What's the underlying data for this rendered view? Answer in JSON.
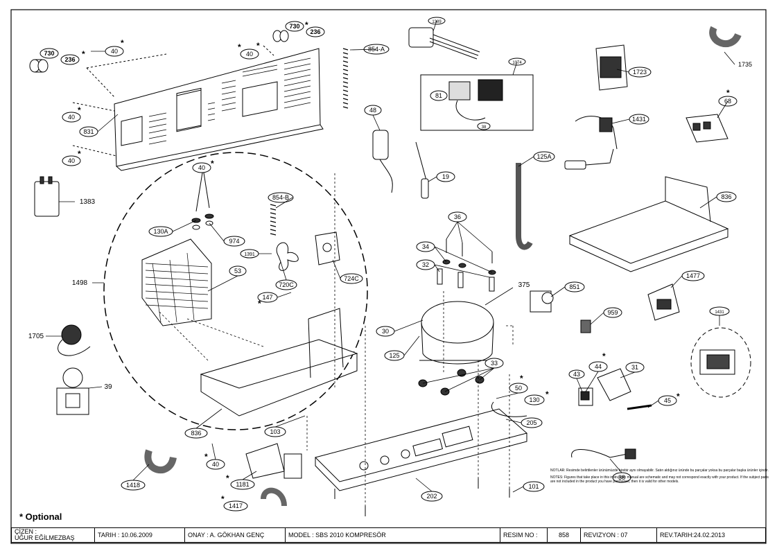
{
  "callouts": {
    "c730a": "730",
    "c236a": "236",
    "c40a": "40",
    "c730b": "730",
    "c236b": "236",
    "c40b": "40",
    "c854a": "854-A",
    "c1389": "1389",
    "c1074": "1074",
    "c81": "81",
    "c38s": "38",
    "c1723": "1723",
    "c1735": "1735",
    "c68": "68",
    "c1431a": "1431",
    "c40c": "40",
    "c831": "831",
    "c40d": "40",
    "c48": "48",
    "c19": "19",
    "c125a": "125A",
    "c836a": "836",
    "c1383": "1383",
    "c40e": "40",
    "c130a": "130A",
    "c974": "974",
    "c854b": "854-B",
    "c1391": "1391",
    "c53": "53",
    "c720c": "720C",
    "c724c": "724C",
    "c147": "147",
    "c1498": "1498",
    "c36": "36",
    "c34": "34",
    "c32": "32",
    "c375": "375",
    "c851": "851",
    "c1477": "1477",
    "c959": "959",
    "c1431b": "1431",
    "c30": "30",
    "c125": "125",
    "c33": "33",
    "c44": "44",
    "c43": "43",
    "c31": "31",
    "c50": "50",
    "c130": "130",
    "c45": "45",
    "c205": "205",
    "c1705": "1705",
    "c39": "39",
    "c836b": "836",
    "c103": "103",
    "c40f": "40",
    "c1181": "1181",
    "c1418": "1418",
    "c1417": "1417",
    "c202": "202",
    "c101": "101",
    "c38": "38"
  },
  "optional_label": "* Optional",
  "asterisk": "*",
  "notes": {
    "tr": "NOTLAR: Resimde belirtilenler ürünümüzde birebir aynı olmayabilir. Satın aldığınız üründe bu parçalar yoksa bu parçalar başka ürünler içindir.",
    "en": "NOTES: Figures that take place in this instruction manual are schematic and may not correspond exactly with your product. If the subject parts are not included in the product you have purchased, then it is valid for other models."
  },
  "title_block": {
    "cizen": "ÇİZEN :",
    "cizen_name": "UĞUR EĞİLMEZBAŞ",
    "tarih": "TARIH :  10.06.2009",
    "onay": "ONAY : A. GÖKHAN GENÇ",
    "model": "MODEL : SBS 2010 KOMPRESÖR",
    "resim_label": "RESIM NO :",
    "resim_no": "858",
    "revizyon": "REVIZYON : 07",
    "rev_tarih": "REV.TARIH:24.02.2013"
  }
}
